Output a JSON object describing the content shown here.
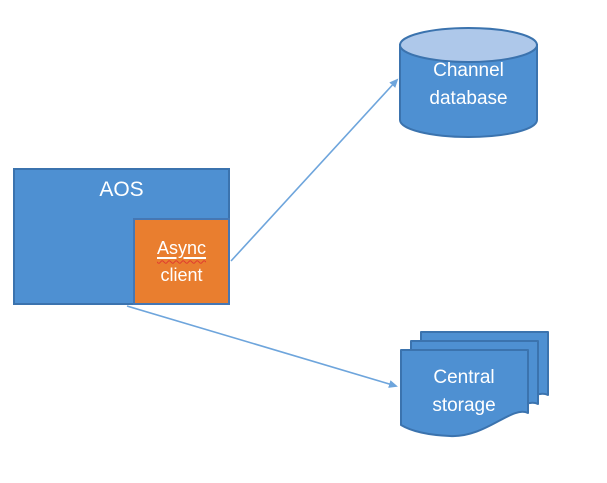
{
  "nodes": {
    "aos": {
      "label": "AOS"
    },
    "async_client": {
      "line1": "Async",
      "line2": "client",
      "spellcheck_flagged_word": "Async"
    },
    "channel_database": {
      "label": "Channel database"
    },
    "central_storage": {
      "label": "Central storage"
    }
  },
  "connectors": [
    {
      "from": "async_client",
      "to": "channel_database"
    },
    {
      "from": "aos",
      "to": "central_storage"
    }
  ],
  "colors": {
    "shape_blue": "#4e90d2",
    "shape_blue_border": "#3b73ae",
    "cylinder_top": "#aec8ea",
    "orange_fill": "#e97e2f",
    "orange_border": "#4577b4",
    "arrow": "#6ea5dc",
    "label_text": "#ffffff",
    "spellcheck_red": "#e03a2f",
    "background": "#ffffff"
  }
}
